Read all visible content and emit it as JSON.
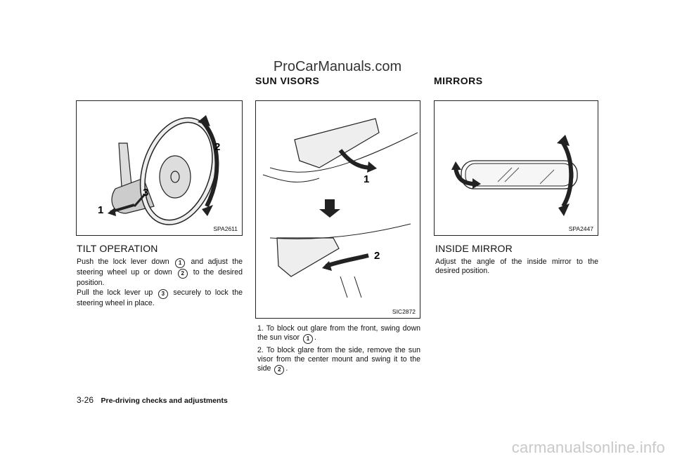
{
  "watermark_top": "ProCarManuals.com",
  "watermark_bottom": "carmanualsonline.info",
  "col1": {
    "figure_code": "SPA2611",
    "heading": "TILT OPERATION",
    "p1": [
      "Push the lock lever down",
      "1",
      "and adjust the steering wheel up or down",
      "2",
      "to the desired position."
    ],
    "p2": [
      "Pull the lock lever up",
      "3",
      "securely to lock the steering wheel in place."
    ],
    "callouts": [
      "1",
      "2",
      "3"
    ]
  },
  "col2": {
    "section": "SUN VISORS",
    "figure_code": "SIC2872",
    "callouts": [
      "1",
      "2"
    ],
    "items": [
      {
        "num": "1.",
        "text_a": "To block out glare from the front, swing down the sun visor",
        "badge": "1",
        "text_b": "."
      },
      {
        "num": "2.",
        "text_a": "To block glare from the side, remove the sun visor from the center mount and swing it to the side",
        "badge": "2",
        "text_b": "."
      }
    ]
  },
  "col3": {
    "section": "MIRRORS",
    "figure_code": "SPA2447",
    "heading": "INSIDE MIRROR",
    "p1": "Adjust the angle of the inside mirror to the desired position."
  },
  "footer": {
    "page": "3-26",
    "title": "Pre-driving checks and adjustments"
  }
}
